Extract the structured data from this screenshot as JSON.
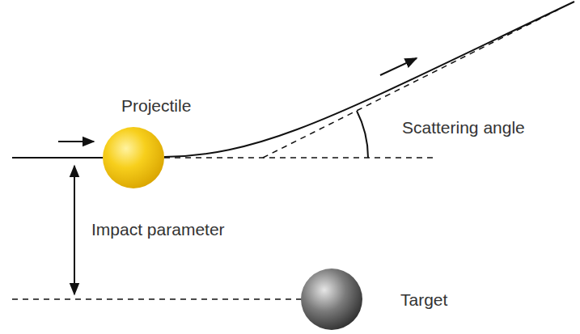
{
  "diagram": {
    "labels": [
      "Projectile",
      "Scattering angle",
      "Impact parameter",
      "Target"
    ]
  }
}
